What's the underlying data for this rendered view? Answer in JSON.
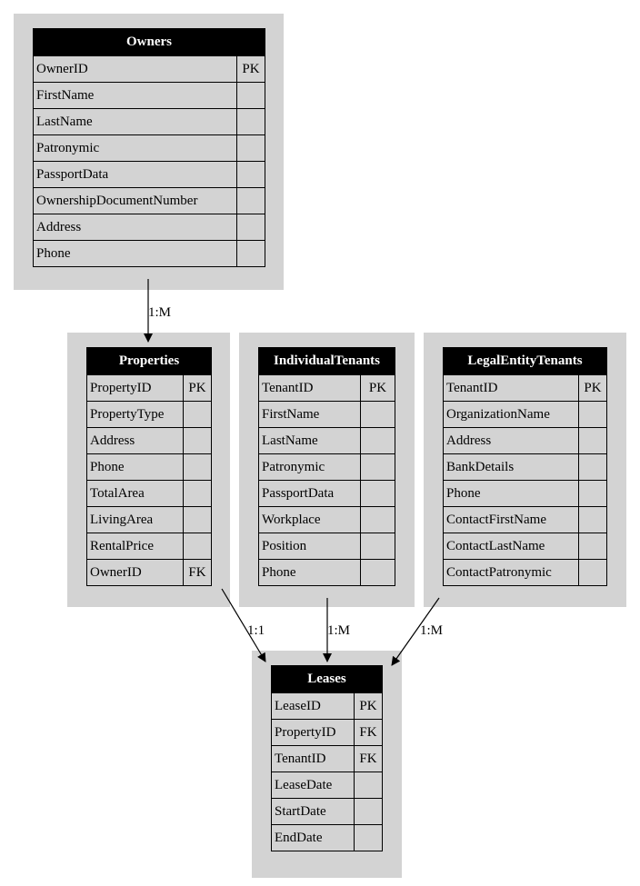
{
  "entities": {
    "owners": {
      "title": "Owners",
      "rows": [
        {
          "name": "OwnerID",
          "key": "PK"
        },
        {
          "name": "FirstName",
          "key": ""
        },
        {
          "name": "LastName",
          "key": ""
        },
        {
          "name": "Patronymic",
          "key": ""
        },
        {
          "name": "PassportData",
          "key": ""
        },
        {
          "name": "OwnershipDocumentNumber",
          "key": ""
        },
        {
          "name": "Address",
          "key": ""
        },
        {
          "name": "Phone",
          "key": ""
        }
      ]
    },
    "properties": {
      "title": "Properties",
      "rows": [
        {
          "name": "PropertyID",
          "key": "PK"
        },
        {
          "name": "PropertyType",
          "key": ""
        },
        {
          "name": "Address",
          "key": ""
        },
        {
          "name": "Phone",
          "key": ""
        },
        {
          "name": "TotalArea",
          "key": ""
        },
        {
          "name": "LivingArea",
          "key": ""
        },
        {
          "name": "RentalPrice",
          "key": ""
        },
        {
          "name": "OwnerID",
          "key": "FK"
        }
      ]
    },
    "individual_tenants": {
      "title": "IndividualTenants",
      "rows": [
        {
          "name": "TenantID",
          "key": "PK"
        },
        {
          "name": "FirstName",
          "key": ""
        },
        {
          "name": "LastName",
          "key": ""
        },
        {
          "name": "Patronymic",
          "key": ""
        },
        {
          "name": "PassportData",
          "key": ""
        },
        {
          "name": "Workplace",
          "key": ""
        },
        {
          "name": "Position",
          "key": ""
        },
        {
          "name": "Phone",
          "key": ""
        }
      ]
    },
    "legal_entity_tenants": {
      "title": "LegalEntityTenants",
      "rows": [
        {
          "name": "TenantID",
          "key": "PK"
        },
        {
          "name": "OrganizationName",
          "key": ""
        },
        {
          "name": "Address",
          "key": ""
        },
        {
          "name": "BankDetails",
          "key": ""
        },
        {
          "name": "Phone",
          "key": ""
        },
        {
          "name": "ContactFirstName",
          "key": ""
        },
        {
          "name": "ContactLastName",
          "key": ""
        },
        {
          "name": "ContactPatronymic",
          "key": ""
        }
      ]
    },
    "leases": {
      "title": "Leases",
      "rows": [
        {
          "name": "LeaseID",
          "key": "PK"
        },
        {
          "name": "PropertyID",
          "key": "FK"
        },
        {
          "name": "TenantID",
          "key": "FK"
        },
        {
          "name": "LeaseDate",
          "key": ""
        },
        {
          "name": "StartDate",
          "key": ""
        },
        {
          "name": "EndDate",
          "key": ""
        }
      ]
    }
  },
  "relationships": [
    {
      "from": "Owners",
      "to": "Properties",
      "label": "1:M"
    },
    {
      "from": "Properties",
      "to": "Leases",
      "label": "1:1"
    },
    {
      "from": "IndividualTenants",
      "to": "Leases",
      "label": "1:M"
    },
    {
      "from": "LegalEntityTenants",
      "to": "Leases",
      "label": "1:M"
    }
  ],
  "colors": {
    "cluster_fill": "#d3d3d3",
    "header_fill": "#000000",
    "header_text": "#ffffff",
    "edge": "#000000"
  }
}
